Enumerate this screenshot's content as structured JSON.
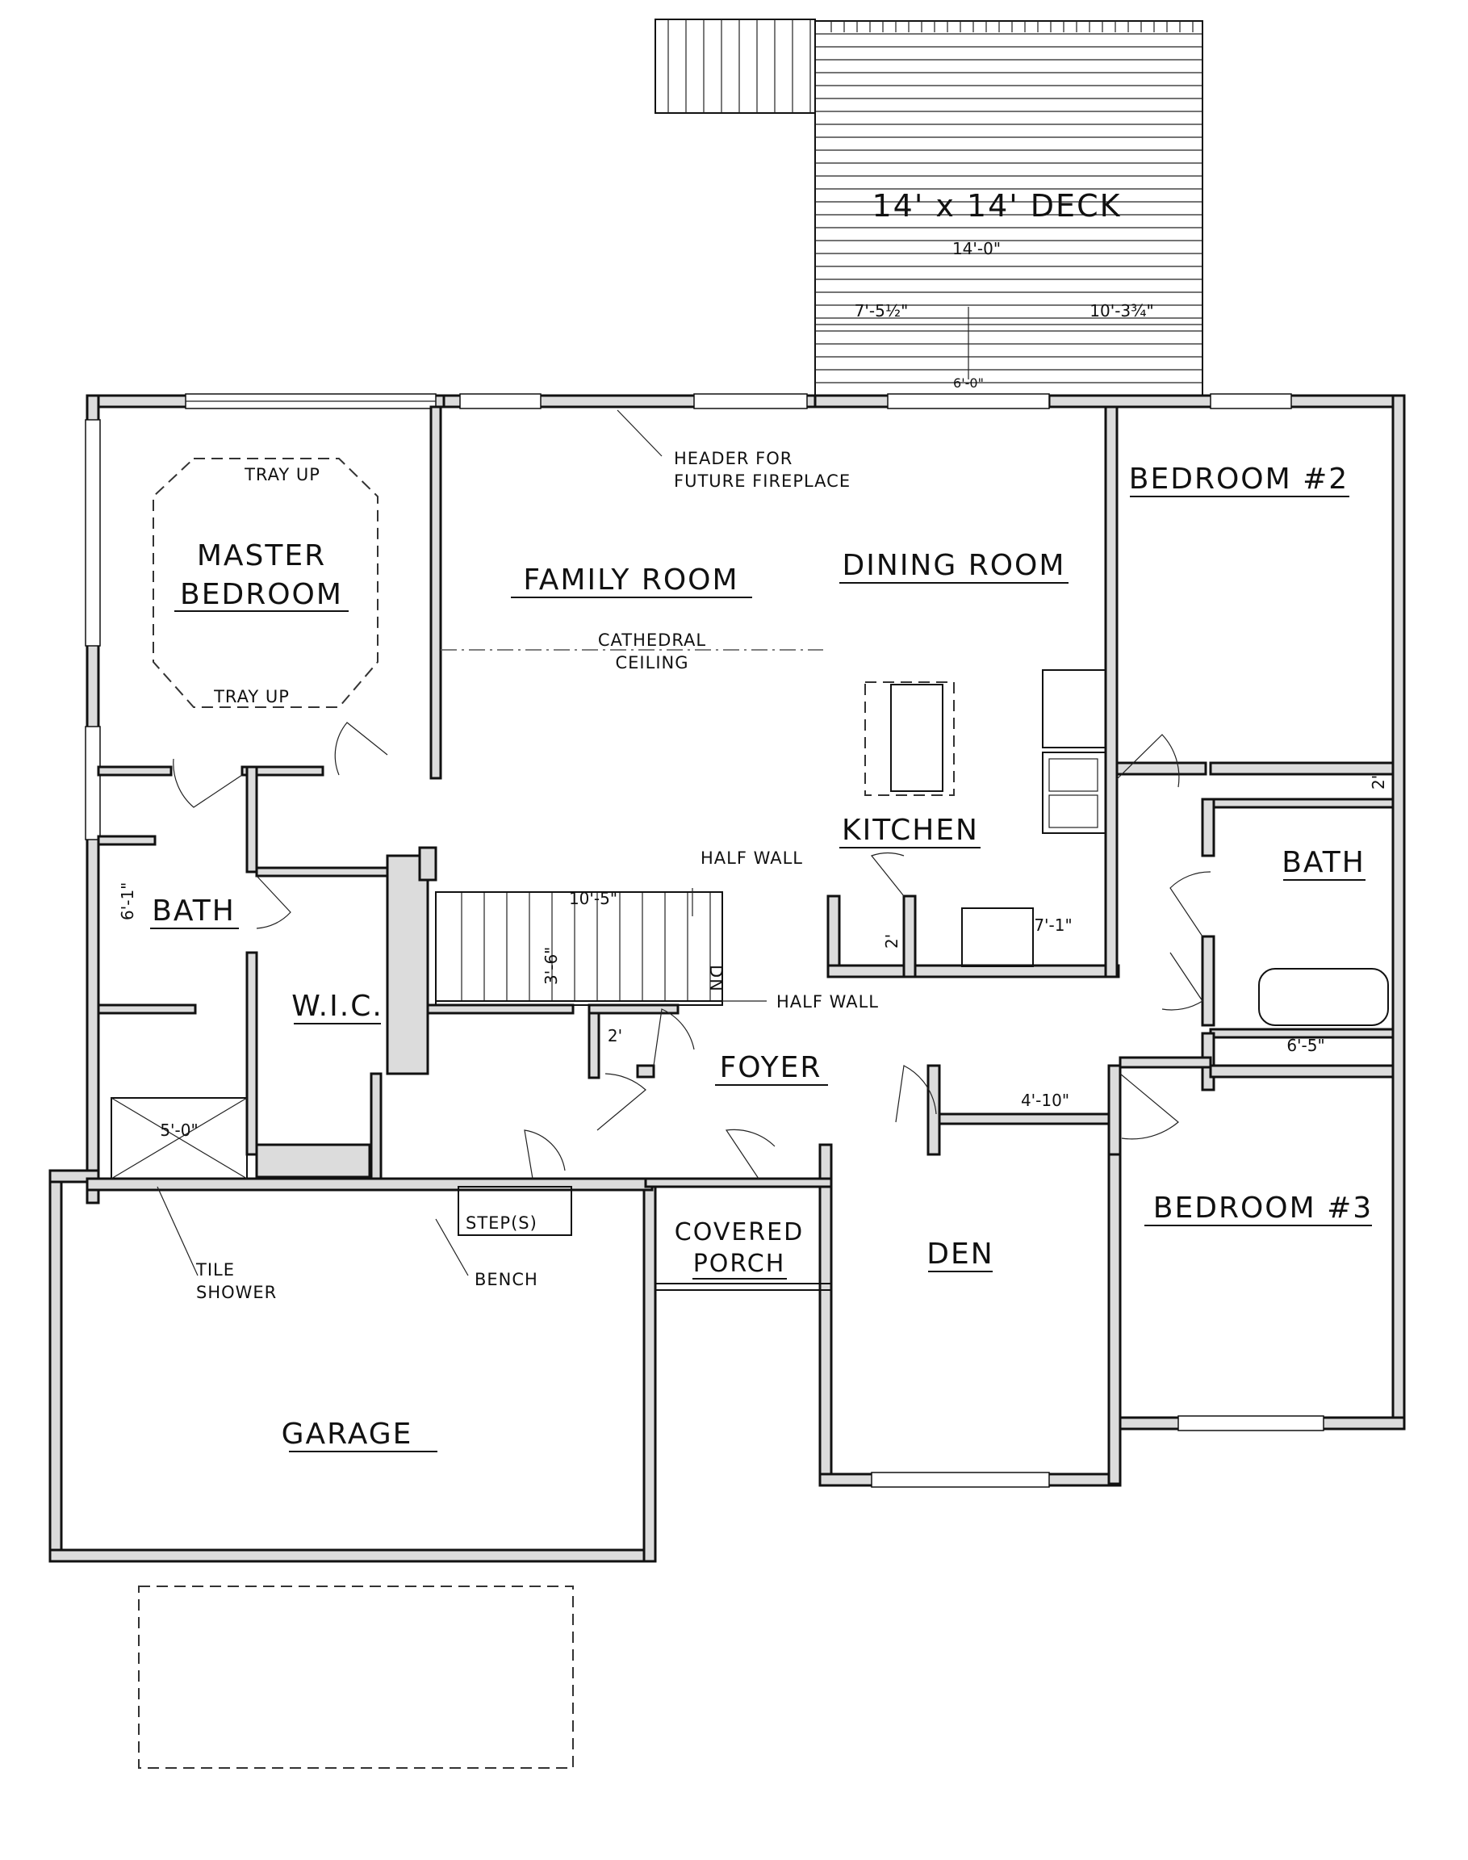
{
  "rooms": {
    "deck": "14' x 14' DECK",
    "master_line1": "MASTER",
    "master_line2": "BEDROOM",
    "family_room": "FAMILY ROOM",
    "dining_room": "DINING ROOM",
    "kitchen": "KITCHEN",
    "bedroom2": "BEDROOM #2",
    "bedroom3": "BEDROOM #3",
    "bath_left": "BATH",
    "bath_right": "BATH",
    "wic": "W.I.C.",
    "foyer": "FOYER",
    "den": "DEN",
    "covered_porch_line1": "COVERED",
    "covered_porch_line2": "PORCH",
    "garage": "GARAGE"
  },
  "notes": {
    "tray_up_top": "TRAY UP",
    "tray_up_bottom": "TRAY UP",
    "header_line1": "HEADER FOR",
    "header_line2": "FUTURE FIREPLACE",
    "cathedral_line1": "CATHEDRAL",
    "cathedral_line2": "CEILING",
    "half_wall_top": "HALF WALL",
    "half_wall_bottom": "HALF WALL",
    "tile_shower_line1": "TILE",
    "tile_shower_line2": "SHOWER",
    "bench": "BENCH",
    "steps": "STEP(S)",
    "stair_dn": "DN"
  },
  "dimensions": {
    "deck_width": "14'-0\"",
    "deck_left": "7'-5½\"",
    "deck_right": "10'-3¾\"",
    "deck_stair": "6'-0\"",
    "stair_len": "10'-5\"",
    "stair_width": "3'-6\"",
    "bath_vanity": "6'-1\"",
    "shower": "5'-0\"",
    "kitchen_range": "7'-1\"",
    "kitchen_pantry": "2'",
    "bath_right_linen": "2'",
    "foyer_closet": "2'",
    "bath_right_bottom": "6'-5\"",
    "den_closet": "4'-10\""
  }
}
